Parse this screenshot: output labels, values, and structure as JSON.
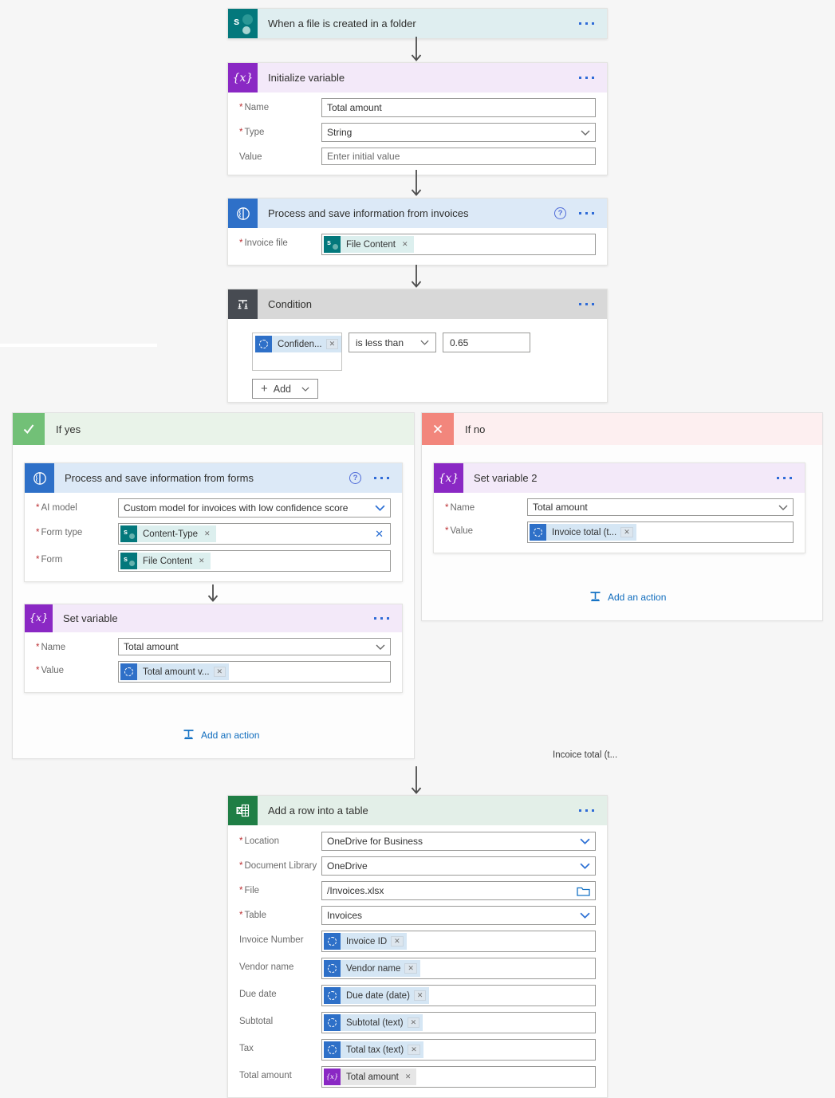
{
  "ui": {
    "required_marker": "*",
    "close": "✕",
    "help": "?",
    "plus": "+"
  },
  "colors": {
    "sharepoint_teal": "#03787c",
    "variable_purple": "#8a28c4",
    "ai_builder_blue": "#2e70c8",
    "condition_dark": "#474b52",
    "if_yes_green": "#72c077",
    "if_no_red": "#f2867c",
    "excel_green": "#1f7e45",
    "accent_blue": "#0f6cbd"
  },
  "trigger": {
    "title": "When a file is created in a folder"
  },
  "init_var": {
    "title": "Initialize variable",
    "name_label": "Name",
    "name_value": "Total amount",
    "type_label": "Type",
    "type_value": "String",
    "value_label": "Value",
    "value_placeholder": "Enter initial value"
  },
  "process_invoices": {
    "title": "Process and save information from invoices",
    "file_label": "Invoice file",
    "file_token": "File Content"
  },
  "condition": {
    "title": "Condition",
    "operand_token": "Confiden...",
    "operator": "is less than",
    "value": "0.65",
    "add_label": "Add"
  },
  "if_yes": {
    "label": "If yes",
    "forms": {
      "title": "Process and save information from forms",
      "ai_model_label": "AI model",
      "ai_model_value": "Custom model for invoices with low confidence score",
      "form_type_label": "Form type",
      "form_type_token": "Content-Type",
      "form_label": "Form",
      "form_token": "File Content"
    },
    "set_variable": {
      "title": "Set variable",
      "name_label": "Name",
      "name_value": "Total amount",
      "value_label": "Value",
      "value_token": "Total amount v..."
    },
    "add_action_label": "Add an action"
  },
  "if_no": {
    "label": "If no",
    "set_variable2": {
      "title": "Set variable 2",
      "name_label": "Name",
      "name_value": "Total amount",
      "value_label": "Value",
      "value_token": "Invoice total (t..."
    },
    "add_action_label": "Add an action"
  },
  "stray_text": "Incoice total (t...",
  "add_row": {
    "title": "Add a row into a table",
    "rows": [
      {
        "label": "Location",
        "value": "OneDrive for Business"
      },
      {
        "label": "Document Library",
        "value": "OneDrive"
      },
      {
        "label": "File",
        "value": "/Invoices.xlsx"
      },
      {
        "label": "Table",
        "value": "Invoices"
      },
      {
        "label": "Invoice Number",
        "value": "Invoice ID"
      },
      {
        "label": "Vendor name",
        "value": "Vendor name"
      },
      {
        "label": "Due date",
        "value": "Due date (date)"
      },
      {
        "label": "Subtotal",
        "value": "Subtotal (text)"
      },
      {
        "label": "Tax",
        "value": "Total tax (text)"
      },
      {
        "label": "Total amount",
        "value": "Total amount"
      }
    ]
  }
}
